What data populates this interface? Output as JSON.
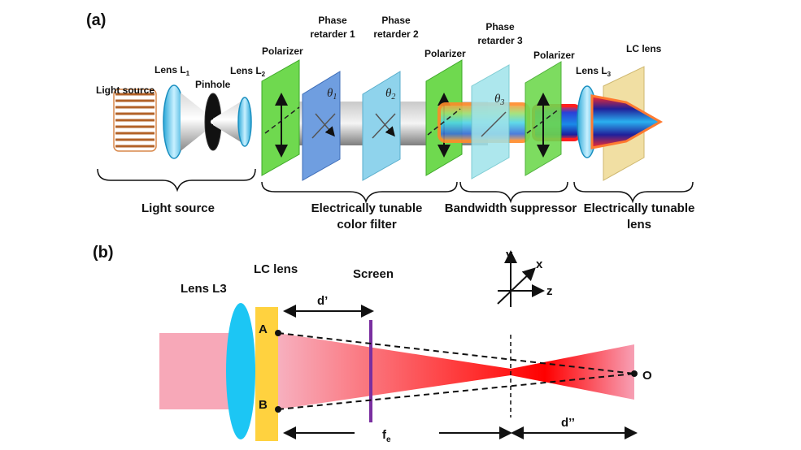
{
  "panel_a": {
    "label": "(a)",
    "components": {
      "light_source": "Light source",
      "lens_l1": "Lens L",
      "lens_l1_sub": "1",
      "pinhole": "Pinhole",
      "lens_l2": "Lens L",
      "lens_l2_sub": "2",
      "polarizer_1": "Polarizer",
      "phase_retarder_1": [
        "Phase",
        "retarder 1"
      ],
      "phase_retarder_2": [
        "Phase",
        "retarder 2"
      ],
      "polarizer_2": "Polarizer",
      "phase_retarder_3": [
        "Phase",
        "retarder 3"
      ],
      "polarizer_3": "Polarizer",
      "lens_l3": "Lens L",
      "lens_l3_sub": "3",
      "lc_lens": "LC lens"
    },
    "angles": {
      "theta1": "θ",
      "theta1_sub": "1",
      "theta2": "θ",
      "theta2_sub": "2",
      "theta3": "θ",
      "theta3_sub": "3"
    },
    "groups": {
      "light_source": "Light source",
      "color_filter": [
        "Electrically tunable",
        "color filter"
      ],
      "bandwidth_suppressor": "Bandwidth suppressor",
      "tunable_lens": [
        "Electrically tunable",
        "lens"
      ]
    },
    "colors": {
      "polarizer": "#6fd94f",
      "retarder_1": "#6f9ee0",
      "retarder_2": "#8fd3ec",
      "retarder_3": "#9fe3ea",
      "lc_lens": "#f0dc9a",
      "lens": "#5ec8e8"
    }
  },
  "panel_b": {
    "label": "(b)",
    "lens_l3": "Lens L3",
    "lc_lens": "LC lens",
    "screen": "Screen",
    "point_a": "A",
    "point_b": "B",
    "point_o": "O",
    "d_prime": "d’",
    "d_double_prime": "d’’",
    "f_e": "f",
    "f_e_sub": "e",
    "axes": {
      "x": "x",
      "y": "y",
      "z": "z"
    },
    "colors": {
      "beam": "#f7a8b8",
      "focus": "#ff0000",
      "lens": "#1cc6f4",
      "lc_lens": "#ffd23f",
      "screen": "#7a2fa0"
    }
  }
}
